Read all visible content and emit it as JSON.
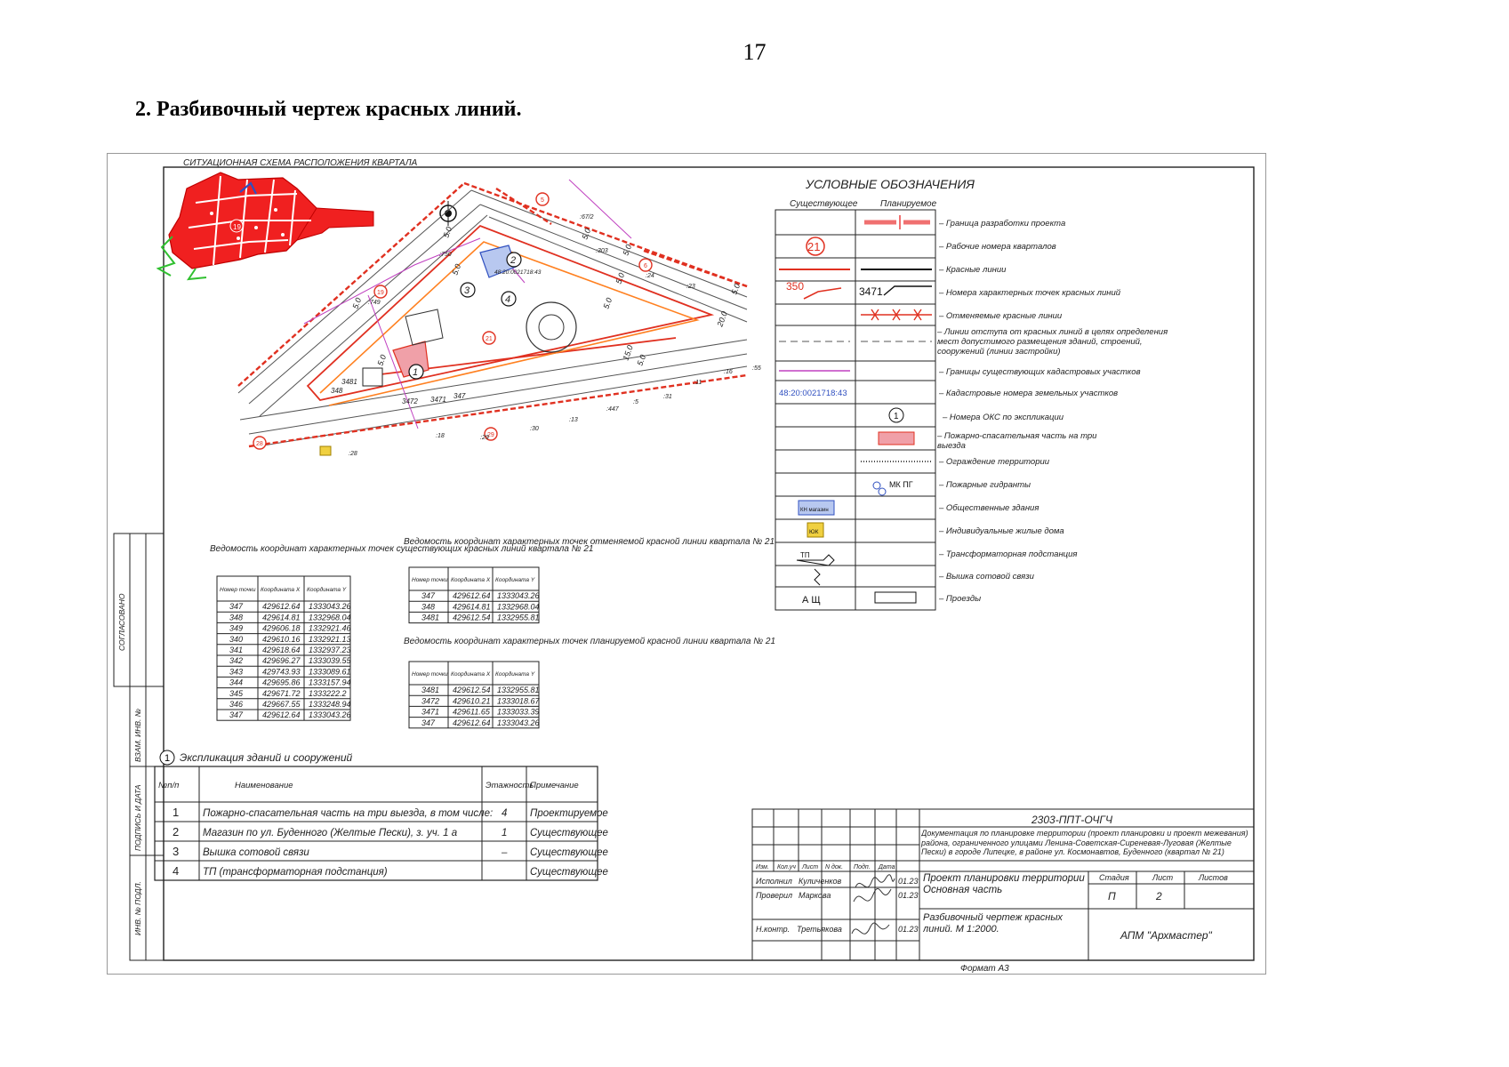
{
  "page": {
    "number": "17",
    "heading": "2.  Разбивочный чертеж красных линий."
  },
  "colors": {
    "red_line": "#e03020",
    "magenta": "#c040c0",
    "blue": "#3050c0",
    "pink_fill": "#f0a0a8",
    "green": "#30c030"
  },
  "drawing": {
    "situation_title": "СИТУАЦИОННАЯ СХЕМА РАСПОЛОЖЕНИЯ КВАРТАЛА",
    "side_approval": "СОГЛАСОВАНО",
    "side_cells": [
      "ВЗАМ. ИНВ. №",
      "ПОДПИСЬ И ДАТА",
      "ИНВ. № ПОДЛ."
    ],
    "map": {
      "quarter_labels": [
        "5",
        "6",
        "19",
        "21",
        "28",
        "29"
      ],
      "dim_labels": [
        "5.0",
        "5.0",
        "5.0",
        "5.0",
        "5.0",
        "5.0",
        "5.0",
        "20.0",
        "5.0",
        "5.0",
        "15.0",
        "5.0"
      ],
      "point_labels": [
        "3472",
        "3471",
        "347",
        "348",
        "3481"
      ],
      "parcel_numbers": [
        ":750",
        ":749",
        ":67/2",
        ":303",
        ":24",
        ":23",
        ":16",
        ":55",
        ":11",
        ":31",
        ":5",
        ":447",
        ":13",
        ":30",
        ":18",
        ":29",
        ":28"
      ],
      "building_numbers": [
        "1",
        "2",
        "3",
        "4"
      ],
      "cadastral_tag": "48:20:0021718:43"
    },
    "legend": {
      "title": "УСЛОВНЫЕ ОБОЗНАЧЕНИЯ",
      "col_existing": "Существующее",
      "col_planned": "Планируемое",
      "rows": [
        {
          "label": "– Граница разработки проекта"
        },
        {
          "label": "– Рабочие номера кварталов",
          "existing": "21"
        },
        {
          "label": "– Красные линии"
        },
        {
          "label": "– Номера характерных точек красных линий",
          "existing": "350",
          "planned": "3471"
        },
        {
          "label": "– Отменяемые красные линии"
        },
        {
          "label": "– Линии отступа от красных линий в целях определения мест допустимого размещения зданий, строений, сооружений (линии застройки)"
        },
        {
          "label": "– Границы существующих кадастровых участков"
        },
        {
          "label": "– Кадастровые номера земельных участков",
          "existing": "48:20:0021718:43"
        },
        {
          "label": "– Номера ОКС по экспликации",
          "planned": "1"
        },
        {
          "label": "– Пожарно-спасательная часть на три выезда"
        },
        {
          "label": "– Ограждение территории"
        },
        {
          "label": "– Пожарные гидранты",
          "planned": "МК ПГ"
        },
        {
          "label": "– Общественные здания",
          "existing": "КН магазин"
        },
        {
          "label": "– Индивидуальные жилые дома",
          "existing": "ЮК"
        },
        {
          "label": "– Трансформаторная подстанция",
          "existing": "ТП"
        },
        {
          "label": "– Вышка сотовой связи"
        },
        {
          "label": "– Проезды",
          "existing": "А    Щ"
        }
      ]
    },
    "table1": {
      "title": "Ведомость координат характерных точек существующих красных линий квартала № 21",
      "headers": [
        "Номер точки",
        "Координата X",
        "Координата Y"
      ],
      "rows": [
        [
          "347",
          "429612.64",
          "1333043.26"
        ],
        [
          "348",
          "429614.81",
          "1332968.04"
        ],
        [
          "349",
          "429606.18",
          "1332921.46"
        ],
        [
          "340",
          "429610.16",
          "1332921.13"
        ],
        [
          "341",
          "429618.64",
          "1332937.23"
        ],
        [
          "342",
          "429696.27",
          "1333039.55"
        ],
        [
          "343",
          "429743.93",
          "1333089.61"
        ],
        [
          "344",
          "429695.86",
          "1333157.94"
        ],
        [
          "345",
          "429671.72",
          "1333222.2"
        ],
        [
          "346",
          "429667.55",
          "1333248.94"
        ],
        [
          "347",
          "429612.64",
          "1333043.26"
        ]
      ]
    },
    "table2": {
      "title": "Ведомость координат характерных точек отменяемой красной линии квартала № 21",
      "headers": [
        "Номер точки",
        "Координата X",
        "Координата Y"
      ],
      "rows": [
        [
          "347",
          "429612.64",
          "1333043.26"
        ],
        [
          "348",
          "429614.81",
          "1332968.04"
        ],
        [
          "3481",
          "429612.54",
          "1332955.81"
        ]
      ]
    },
    "table3": {
      "title": "Ведомость координат характерных точек планируемой красной линии квартала № 21",
      "headers": [
        "Номер точки",
        "Координата X",
        "Координата Y"
      ],
      "rows": [
        [
          "3481",
          "429612.54",
          "1332955.81"
        ],
        [
          "3472",
          "429610.21",
          "1333018.67"
        ],
        [
          "3471",
          "429611.65",
          "1333033.39"
        ],
        [
          "347",
          "429612.64",
          "1333043.26"
        ]
      ]
    },
    "explication": {
      "title": "Экспликация зданий и сооружений",
      "marker": "1",
      "headers": [
        "№п/п",
        "Наименование",
        "Этажность",
        "Примечание"
      ],
      "rows": [
        [
          "1",
          "Пожарно-спасательная часть на три выезда, в том числе:",
          "4",
          "Проектируемое"
        ],
        [
          "2",
          "Магазин по ул. Буденного (Желтые Пески), з. уч. 1 а",
          "1",
          "Существующее"
        ],
        [
          "3",
          "Вышка сотовой связи",
          "–",
          "Существующее"
        ],
        [
          "4",
          "ТП (трансформаторная подстанция)",
          "",
          "Существующее"
        ]
      ]
    },
    "stamp": {
      "code": "2303-ППТ-ОЧГЧ",
      "description": "Документация по планировке территории (проект планировки и проект межевания) района, ограниченного улицами Ленина-Советская-Сиреневая-Луговая (Желтые Пески) в городе Липецке, в районе ул. Космонавтов, Буденного (квартал № 21)",
      "head_cols": [
        "Изм.",
        "Кол.уч",
        "Лист",
        "N док.",
        "Подп.",
        "Дата"
      ],
      "roles": [
        {
          "role": "Исполнил",
          "name": "Куличенков",
          "date": "01.23"
        },
        {
          "role": "Проверил",
          "name": "Маркова",
          "date": "01.23"
        },
        {
          "role": "Н.контр.",
          "name": "Третьякова",
          "date": "01.23"
        }
      ],
      "project_title": "Проект планировки территории Основная часть",
      "stage_headers": [
        "Стадия",
        "Лист",
        "Листов"
      ],
      "stage_values": [
        "П",
        "2",
        ""
      ],
      "sheet_title": "Разбивочный чертеж красных линий. М 1:2000.",
      "org": "АПМ \"Архмастер\"",
      "format": "Формат А3"
    }
  }
}
